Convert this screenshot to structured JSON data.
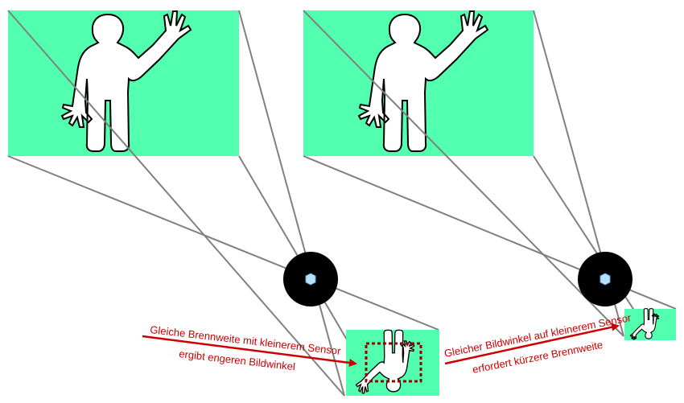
{
  "colors": {
    "scene": "#52ffaf",
    "ray": "#808080",
    "lens": "#000000",
    "annotation": "#cc0000",
    "figure_fill": "#ffffff",
    "figure_stroke": "#000000"
  },
  "annotations": {
    "left": {
      "line1": "Gleiche Brennweite mit kleinerem Sensor",
      "line2": "ergibt engeren Bildwinkel"
    },
    "right": {
      "line1": "Gleicher Bildwinkel auf kleinerem Sensor",
      "line2": "erfordert kürzere Brennweite"
    }
  }
}
